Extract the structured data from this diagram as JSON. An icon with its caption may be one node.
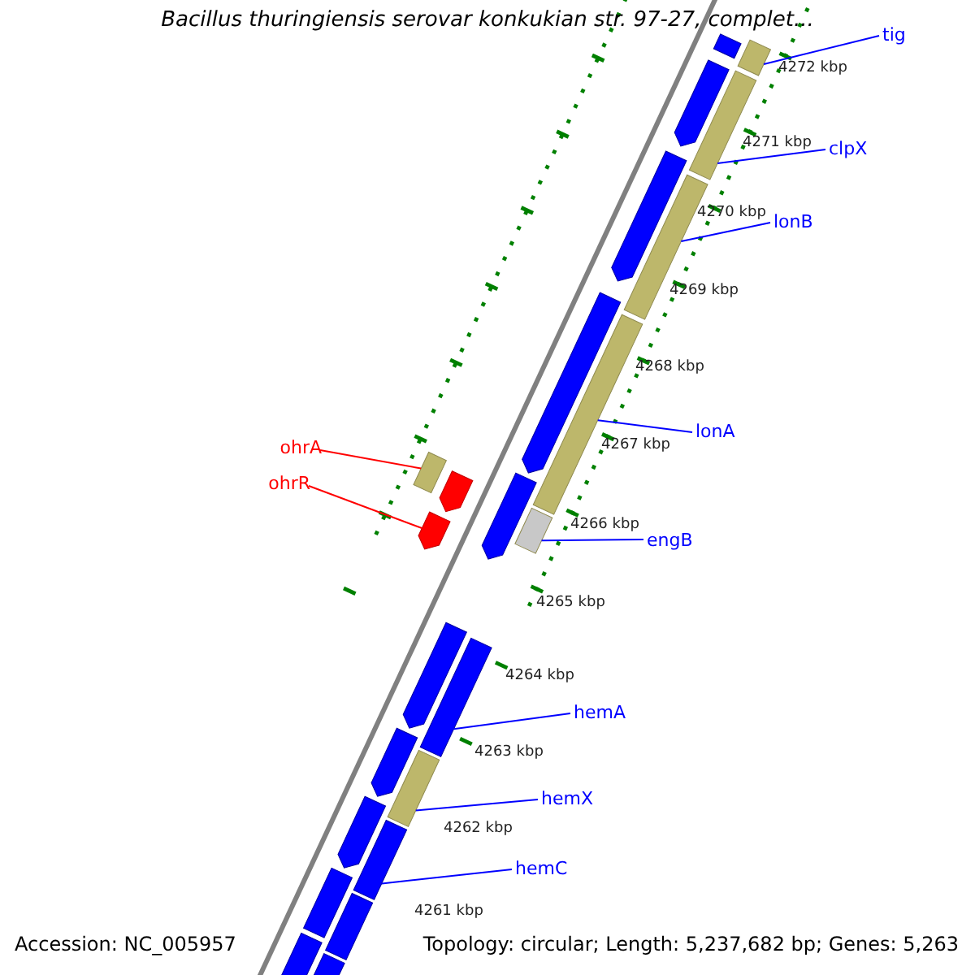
{
  "diagram": {
    "title": "Bacillus thuringiensis serovar konkukian str. 97-27, complet...",
    "nodes": [
      {
        "text": [
          "tig"
        ]
      },
      {
        "text": [
          "clpX"
        ]
      },
      {
        "text": [
          "lonB"
        ]
      },
      {
        "text": [
          "lonA"
        ]
      },
      {
        "text": [
          "ohrA"
        ]
      },
      {
        "text": [
          "ohrR"
        ]
      },
      {
        "text": [
          "engB"
        ]
      },
      {
        "text": [
          "hemA"
        ]
      },
      {
        "text": [
          "hemX"
        ]
      },
      {
        "text": [
          "hemC"
        ]
      },
      {
        "text": [],
        "shape": "box"
      },
      {
        "text": [],
        "shape": "box"
      },
      {
        "text": [],
        "shape": "box"
      },
      {
        "text": [],
        "shape": "box"
      },
      {
        "text": [],
        "shape": "box"
      },
      {
        "text": [],
        "shape": "box"
      },
      {
        "text": [],
        "shape": "box"
      },
      {
        "text": [],
        "shape": "box"
      },
      {
        "text": [],
        "shape": "box"
      },
      {
        "text": [],
        "shape": "box"
      },
      {
        "text": [],
        "shape": "box"
      },
      {
        "text": [],
        "shape": "box"
      },
      {
        "text": [],
        "shape": "box"
      },
      {
        "text": [],
        "shape": "box"
      },
      {
        "text": [],
        "shape": "box"
      },
      {
        "text": [],
        "shape": "box"
      },
      {
        "text": [],
        "shape": "box"
      },
      {
        "text": [],
        "shape": "box"
      },
      {
        "text": [],
        "shape": "box"
      },
      {
        "text": [],
        "shape": "box"
      },
      {
        "text": [],
        "shape": "box"
      },
      {
        "text": [],
        "shape": "box"
      },
      {
        "text": [],
        "shape": "box"
      }
    ],
    "edges": [
      {
        "from": 0,
        "to": 11,
        "arrow": "none"
      },
      {
        "from": 1,
        "to": 12,
        "arrow": "none"
      },
      {
        "from": 2,
        "to": 15,
        "arrow": "none"
      },
      {
        "from": 3,
        "to": 17,
        "arrow": "none"
      },
      {
        "from": 4,
        "to": 19,
        "arrow": "none",
        "color": "#ff0000"
      },
      {
        "from": 5,
        "to": 22,
        "arrow": "none",
        "color": "#ff0000"
      },
      {
        "from": 6,
        "to": 21,
        "arrow": "none"
      },
      {
        "from": 7,
        "to": 24,
        "arrow": "none"
      },
      {
        "from": 8,
        "to": 26,
        "arrow": "none"
      },
      {
        "from": 9,
        "to": 28,
        "arrow": "none"
      }
    ],
    "labels": [
      "4272 kbp",
      "4271 kbp",
      "4270 kbp",
      "4269 kbp",
      "4268 kbp",
      "4267 kbp",
      "4266 kbp",
      "4265 kbp",
      "4264 kbp",
      "4263 kbp",
      "4262 kbp",
      "4261 kbp",
      "Accession: NC_005957",
      "Topology: circular; Length: 5,237,682 bp; Genes: 5,263"
    ]
  }
}
